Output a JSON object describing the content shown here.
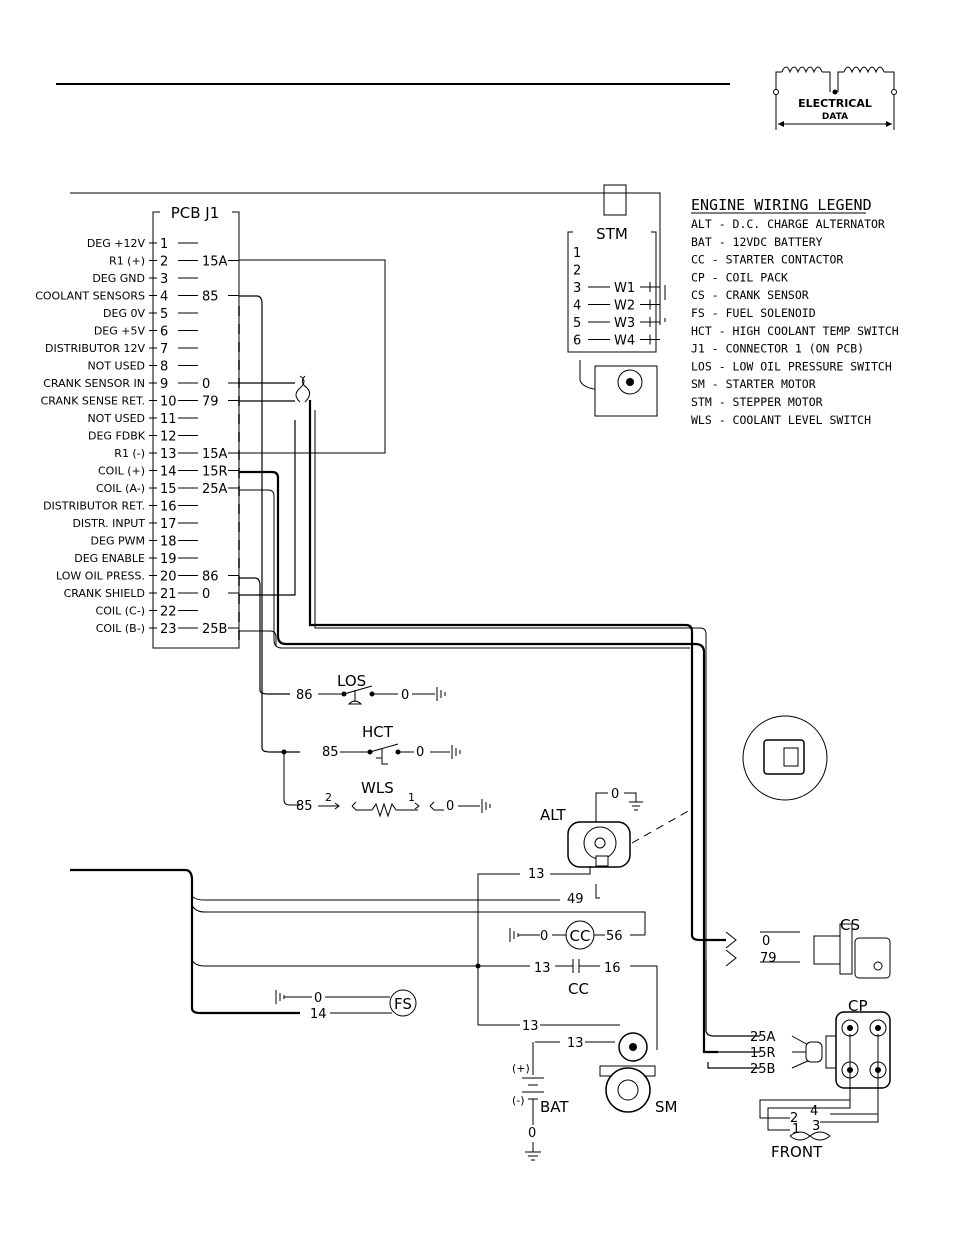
{
  "logo": {
    "line1": "ELECTRICAL",
    "line2": "DATA"
  },
  "pcb": {
    "title": "PCB J1",
    "pins": [
      {
        "label": "DEG +12V",
        "num": "1",
        "wire": ""
      },
      {
        "label": "R1 (+)",
        "num": "2",
        "wire": "15A"
      },
      {
        "label": "DEG GND",
        "num": "3",
        "wire": ""
      },
      {
        "label": "COOLANT SENSORS",
        "num": "4",
        "wire": "85"
      },
      {
        "label": "DEG 0V",
        "num": "5",
        "wire": ""
      },
      {
        "label": "DEG +5V",
        "num": "6",
        "wire": ""
      },
      {
        "label": "DISTRIBUTOR 12V",
        "num": "7",
        "wire": ""
      },
      {
        "label": "NOT USED",
        "num": "8",
        "wire": ""
      },
      {
        "label": "CRANK SENSOR IN",
        "num": "9",
        "wire": "0"
      },
      {
        "label": "CRANK SENSE RET.",
        "num": "10",
        "wire": "79"
      },
      {
        "label": "NOT USED",
        "num": "11",
        "wire": ""
      },
      {
        "label": "DEG FDBK",
        "num": "12",
        "wire": ""
      },
      {
        "label": "R1 (-)",
        "num": "13",
        "wire": "15A"
      },
      {
        "label": "COIL (+)",
        "num": "14",
        "wire": "15R"
      },
      {
        "label": "COIL (A-)",
        "num": "15",
        "wire": "25A"
      },
      {
        "label": "DISTRIBUTOR RET.",
        "num": "16",
        "wire": ""
      },
      {
        "label": "DISTR. INPUT",
        "num": "17",
        "wire": ""
      },
      {
        "label": "DEG PWM",
        "num": "18",
        "wire": ""
      },
      {
        "label": "DEG ENABLE",
        "num": "19",
        "wire": ""
      },
      {
        "label": "LOW OIL PRESS.",
        "num": "20",
        "wire": "86"
      },
      {
        "label": "CRANK SHIELD",
        "num": "21",
        "wire": "0"
      },
      {
        "label": "COIL (C-)",
        "num": "22",
        "wire": ""
      },
      {
        "label": "COIL (B-)",
        "num": "23",
        "wire": "25B"
      }
    ]
  },
  "stm": {
    "title": "STM",
    "pins": [
      {
        "num": "1",
        "wire": ""
      },
      {
        "num": "2",
        "wire": ""
      },
      {
        "num": "3",
        "wire": "W1"
      },
      {
        "num": "4",
        "wire": "W2"
      },
      {
        "num": "5",
        "wire": "W3"
      },
      {
        "num": "6",
        "wire": "W4"
      }
    ]
  },
  "legend": {
    "title": "ENGINE WIRING LEGEND",
    "items": [
      "ALT - D.C. CHARGE ALTERNATOR",
      "BAT - 12VDC BATTERY",
      "CC  - STARTER CONTACTOR",
      "CP  - COIL PACK",
      "CS  - CRANK SENSOR",
      "FS  - FUEL SOLENOID",
      "HCT - HIGH COOLANT TEMP SWITCH",
      "J1 -  CONNECTOR 1 (ON PCB)",
      "LOS - LOW OIL PRESSURE SWITCH",
      "SM  - STARTER MOTOR",
      "STM - STEPPER MOTOR",
      "WLS - COOLANT LEVEL SWITCH"
    ]
  },
  "components": {
    "los": {
      "label": "LOS",
      "wire_in": "86",
      "wire_out": "0"
    },
    "hct": {
      "label": "HCT",
      "wire_in": "85",
      "wire_out": "0"
    },
    "wls": {
      "label": "WLS",
      "wire_in": "85",
      "wire_out": "0",
      "pin_a": "2",
      "pin_b": "1"
    },
    "alt": {
      "label": "ALT",
      "wire_gnd": "0",
      "wire_13": "13",
      "wire_49": "49"
    },
    "cc": {
      "label": "CC",
      "wire_gnd": "0",
      "wire_56": "56",
      "wire_13": "13",
      "wire_16": "16"
    },
    "fs": {
      "label": "FS",
      "wire_gnd": "0",
      "wire_14": "14"
    },
    "sm": {
      "label": "SM",
      "wire_13a": "13",
      "wire_13b": "13"
    },
    "bat": {
      "label": "BAT",
      "pos": "(+)",
      "neg": "(-)",
      "wire_gnd": "0"
    },
    "cs": {
      "label": "CS",
      "wire_a": "0",
      "wire_b": "79"
    },
    "cp": {
      "label": "CP",
      "wire_a": "25A",
      "wire_b": "15R",
      "wire_c": "25B",
      "n1": "1",
      "n2": "2",
      "n3": "3",
      "n4": "4",
      "front": "FRONT"
    }
  },
  "colors": {
    "ink": "#000000",
    "background": "#ffffff"
  }
}
